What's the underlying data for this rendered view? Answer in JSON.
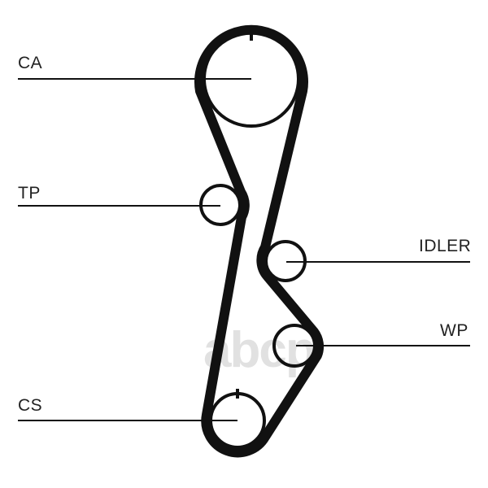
{
  "labels": {
    "ca": "CA",
    "tp": "TP",
    "idler": "IDLER",
    "wp": "WP",
    "cs": "CS"
  },
  "watermark": "abcp",
  "colors": {
    "line": "#111111",
    "watermark": "#d8d8d8"
  }
}
